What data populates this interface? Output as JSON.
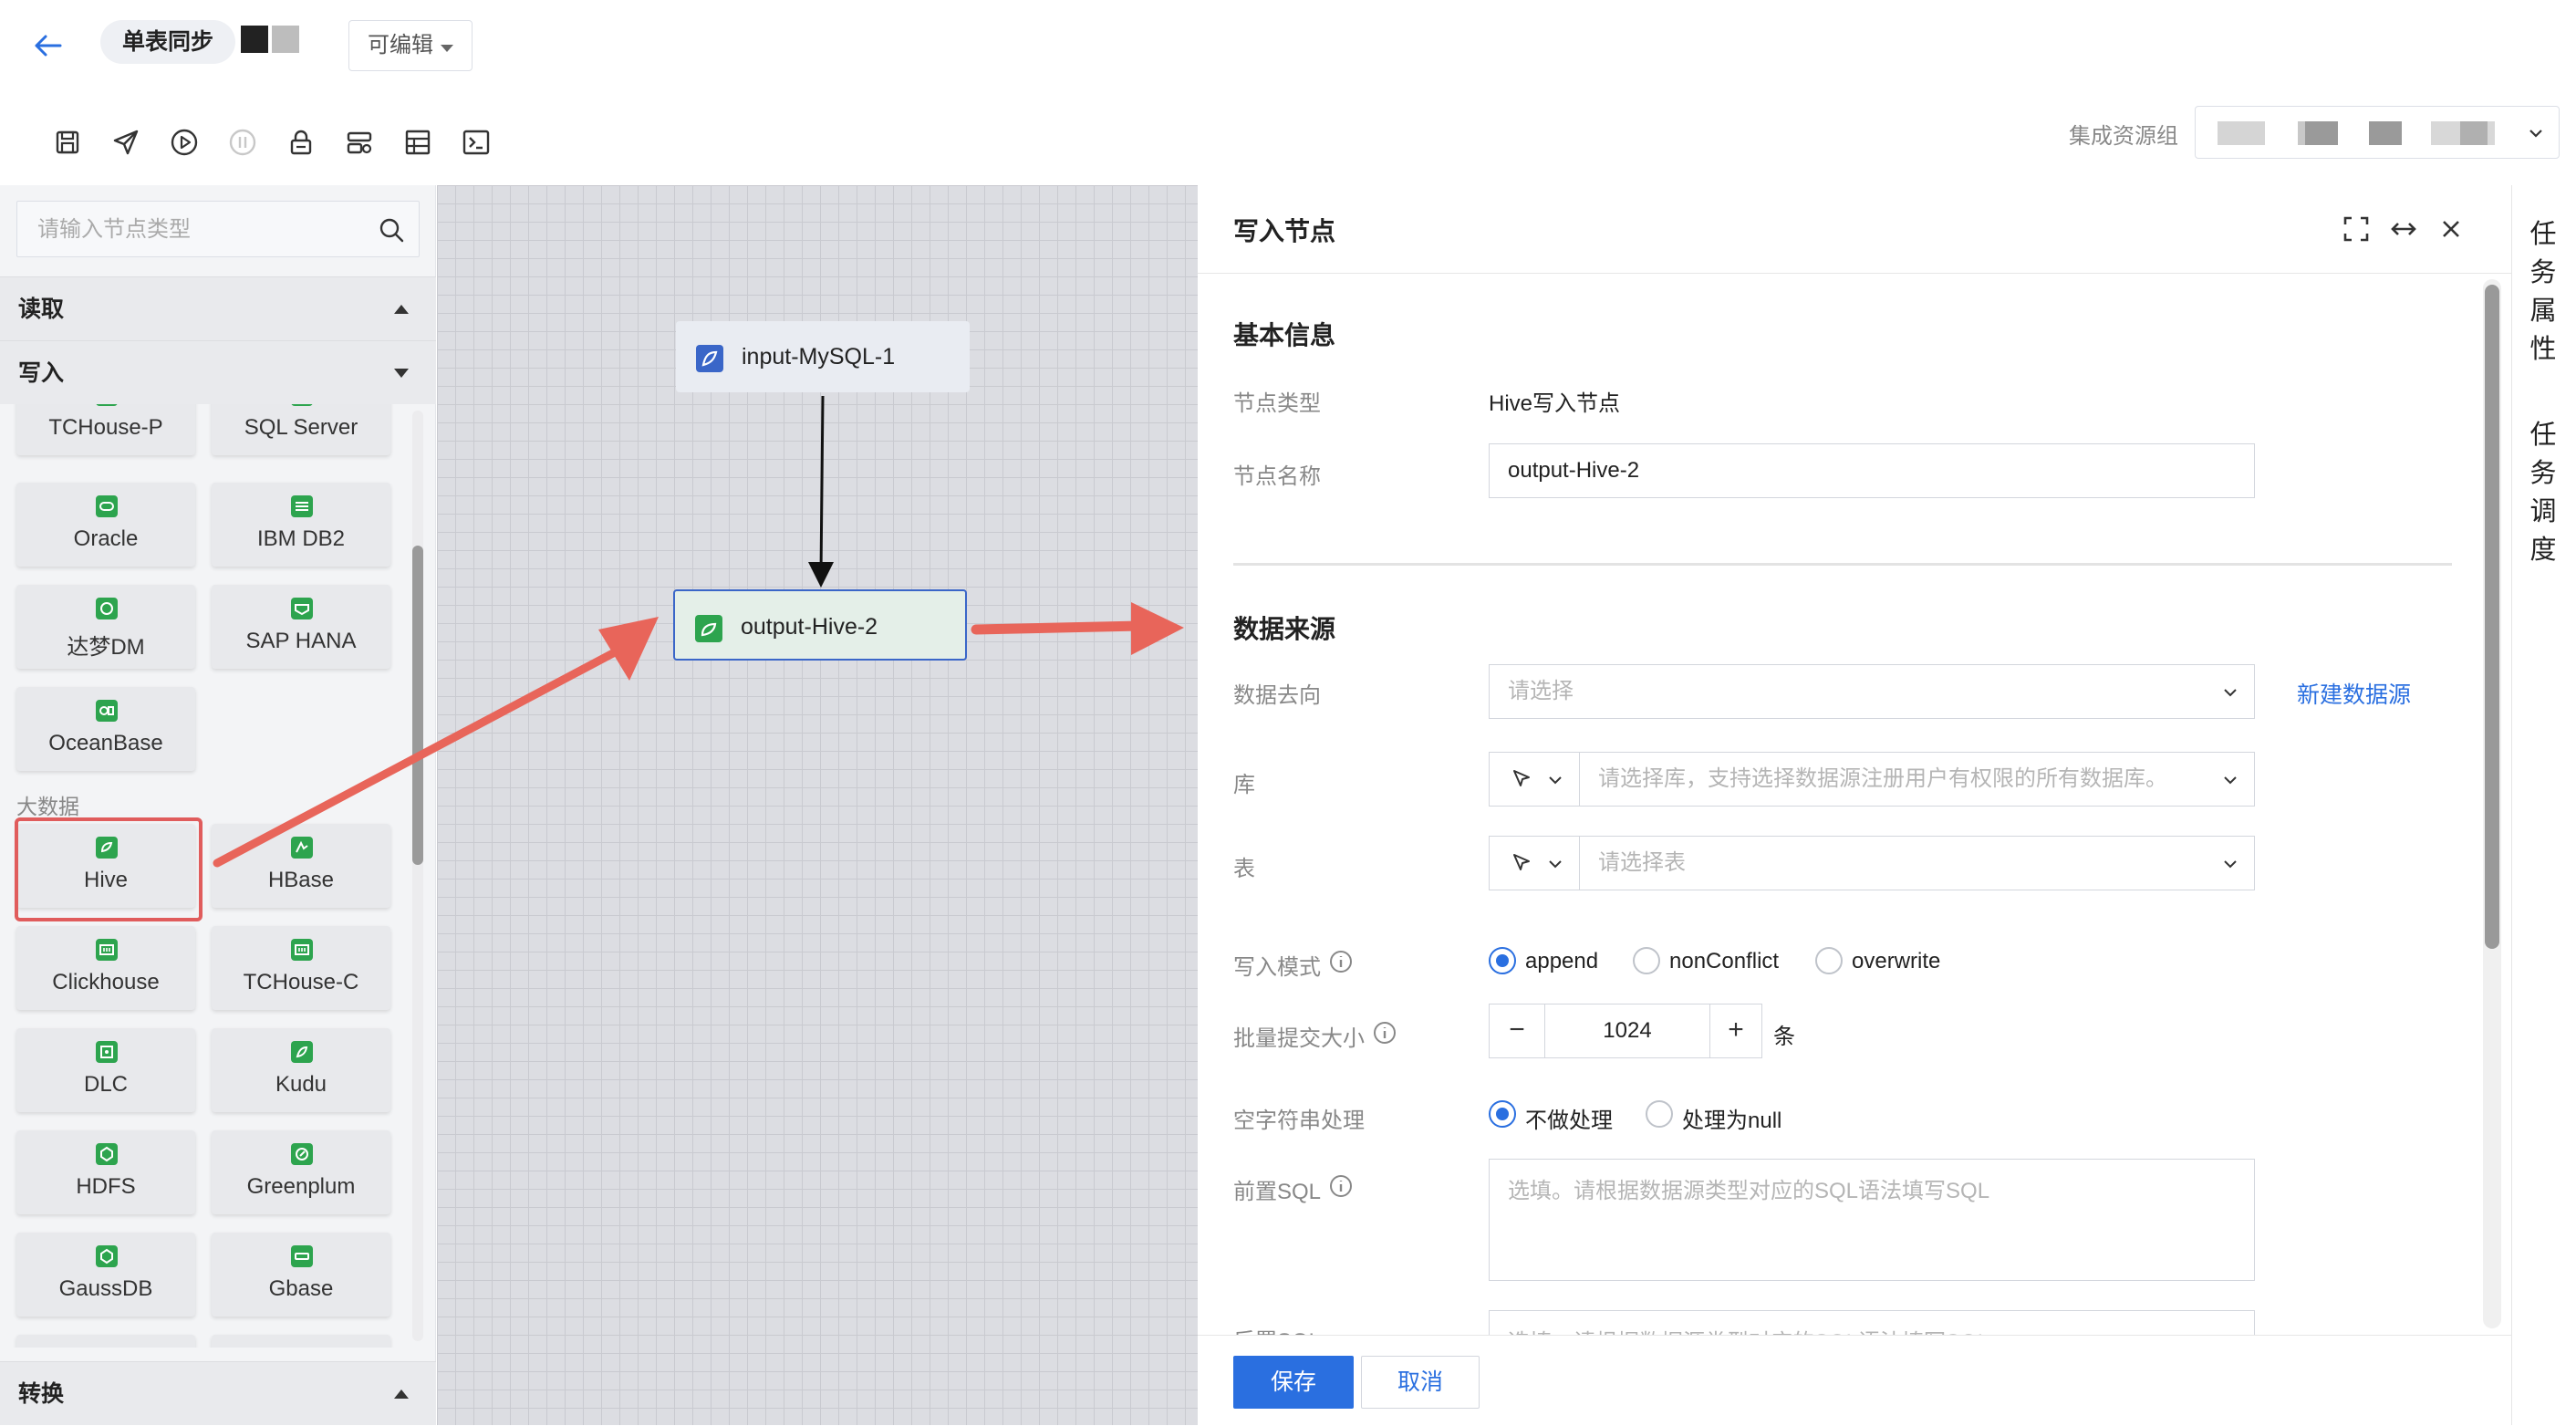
{
  "header": {
    "title": "单表同步",
    "edit_mode": "可编辑",
    "resource_group_label": "集成资源组"
  },
  "toolbar": {
    "icons": [
      "save-icon",
      "publish-icon",
      "run-icon",
      "pause-icon",
      "lock-icon",
      "version-icon",
      "table-icon",
      "terminal-icon"
    ]
  },
  "sidebar": {
    "search_placeholder": "请输入节点类型",
    "sections": {
      "read": "读取",
      "write": "写入",
      "transform": "转换"
    },
    "nodes": [
      "TCHouse-P",
      "SQL Server",
      "Oracle",
      "IBM DB2",
      "达梦DM",
      "SAP HANA",
      "OceanBase"
    ],
    "bigdata_group": "大数据",
    "bigdata_nodes": [
      "Hive",
      "HBase",
      "Clickhouse",
      "TCHouse-C",
      "DLC",
      "Kudu",
      "HDFS",
      "Greenplum",
      "GaussDB",
      "Gbase"
    ]
  },
  "canvas": {
    "source_node": "input-MySQL-1",
    "target_node": "output-Hive-2"
  },
  "panel": {
    "title": "写入节点",
    "basic_info": {
      "title": "基本信息",
      "node_type_label": "节点类型",
      "node_type_value": "Hive写入节点",
      "node_name_label": "节点名称",
      "node_name_value": "output-Hive-2"
    },
    "datasource": {
      "title": "数据来源",
      "target_label": "数据去向",
      "target_placeholder": "请选择",
      "new_datasource": "新建数据源",
      "db_label": "库",
      "db_placeholder": "请选择库，支持选择数据源注册用户有权限的所有数据库。",
      "table_label": "表",
      "table_placeholder": "请选择表",
      "write_mode_label": "写入模式",
      "write_modes": [
        "append",
        "nonConflict",
        "overwrite"
      ],
      "write_mode_selected": "append",
      "batch_label": "批量提交大小",
      "batch_value": "1024",
      "batch_unit": "条",
      "empty_label": "空字符串处理",
      "empty_options": [
        "不做处理",
        "处理为null"
      ],
      "empty_selected": "不做处理",
      "pre_sql_label": "前置SQL",
      "pre_sql_placeholder": "选填。请根据数据源类型对应的SQL语法填写SQL",
      "post_sql_label": "后置SQL",
      "post_sql_placeholder": "选填。请根据数据源类型对应的SQL语法填写SQL"
    },
    "save": "保存",
    "cancel": "取消"
  },
  "side_tabs": [
    "任",
    "务",
    "属",
    "性",
    "任",
    "务",
    "调",
    "度"
  ],
  "colors": {
    "accent": "#2a6fe0",
    "node_green": "#2da44e",
    "annotation_red": "#e8655a"
  }
}
